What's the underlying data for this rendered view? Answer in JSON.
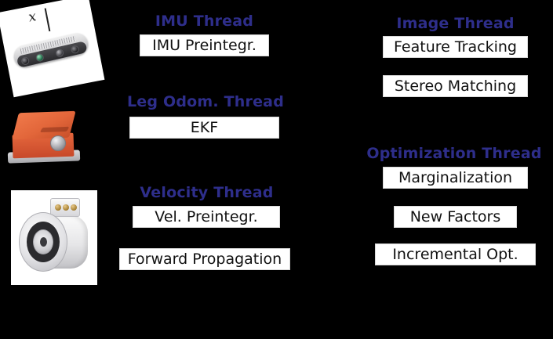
{
  "figure": {
    "background_color": "#000000",
    "accent_color": "#2e2e8b",
    "box_fill_color": "#ffffff",
    "box_text_color": "#111111"
  },
  "threads": [
    {
      "id": "imu-thread",
      "title": "IMU Thread",
      "modules": [
        {
          "id": "imu-preintegration",
          "label": "IMU Preintegr."
        }
      ]
    },
    {
      "id": "leg-odom-thread",
      "title": "Leg Odom. Thread",
      "modules": [
        {
          "id": "ekf",
          "label": "EKF"
        }
      ]
    },
    {
      "id": "velocity-thread",
      "title": "Velocity Thread",
      "modules": [
        {
          "id": "velocity-preintegration",
          "label": "Vel. Preintegr."
        },
        {
          "id": "forward-propagation",
          "label": "Forward Propagation"
        }
      ]
    },
    {
      "id": "image-thread",
      "title": "Image Thread",
      "modules": [
        {
          "id": "feature-tracking",
          "label": "Feature Tracking"
        },
        {
          "id": "stereo-matching",
          "label": "Stereo Matching"
        }
      ]
    },
    {
      "id": "optimization-thread",
      "title": "Optimization Thread",
      "modules": [
        {
          "id": "marginalization",
          "label": "Marginalization"
        },
        {
          "id": "new-factors",
          "label": "New Factors"
        },
        {
          "id": "incremental-optimization",
          "label": "Incremental Opt."
        }
      ]
    }
  ],
  "sensor_photos": [
    {
      "id": "stereo-camera",
      "name": "stereo-camera-photo",
      "annotation": "x"
    },
    {
      "id": "imu-sensor",
      "name": "imu-sensor-photo",
      "annotation": ""
    },
    {
      "id": "joint-actuator",
      "name": "joint-actuator-photo",
      "annotation": ""
    }
  ]
}
